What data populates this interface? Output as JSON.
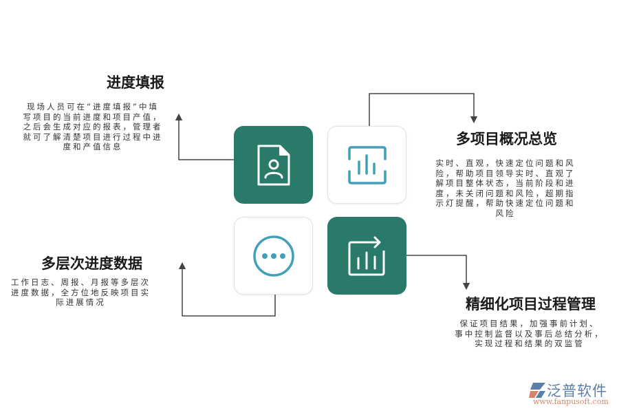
{
  "colors": {
    "tile_dark": "#2a7a6c",
    "icon_blue": "#3fa0b8",
    "line": "#222222",
    "logo_blue": "#5b7fa8",
    "logo_orange": "#d4866a"
  },
  "features": [
    {
      "position": "top-left",
      "title": "进度填报",
      "description_lines": [
        "现场人员可在“进度填报”中填",
        "写项目的当前进度和项目产值，",
        "之后会生成对应的报表，管理者",
        "就可了解清楚项目进行过程中进",
        "度和产值信息"
      ],
      "icon": "document-user-icon"
    },
    {
      "position": "top-right",
      "title": "多项目概况总览",
      "description_lines": [
        "实时、直观，快速定位问题和风",
        "险，帮助项目领导实时、直观了",
        "解项目整体状态，当前阶段和进",
        "度，未关闭问题和风险，超期指",
        "示灯提醒，帮助快速定位问题和",
        "风险"
      ],
      "icon": "scan-chart-icon"
    },
    {
      "position": "bottom-left",
      "title": "多层次进度数据",
      "description_lines": [
        "工作日志、周报、月报等多层次",
        "进度数据，全方位地反映项目实",
        "际进展情况"
      ],
      "icon": "more-dots-icon"
    },
    {
      "position": "bottom-right",
      "title": "精细化项目过程管理",
      "description_lines": [
        "保证项目结果，加强事前计划、",
        "事中控制监督以及事后总结分析，",
        "实现过程和结果的双监管"
      ],
      "icon": "chart-export-icon"
    }
  ],
  "logo": {
    "name": "泛普软件",
    "url": "www.fanpusoft.com"
  }
}
